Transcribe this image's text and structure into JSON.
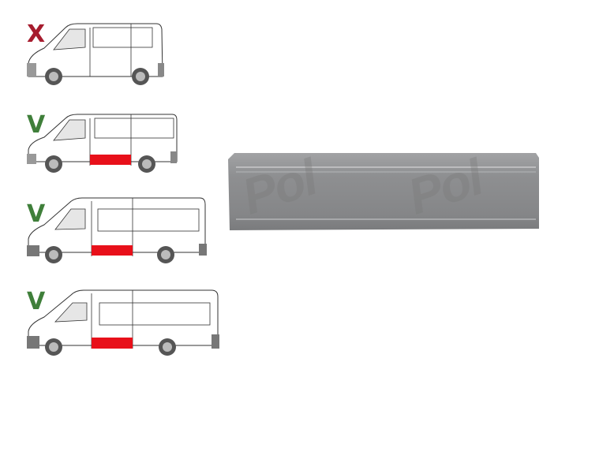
{
  "compatibility": [
    {
      "variant": "short-wheelbase-low-roof",
      "mark": "X",
      "compatible": false,
      "mark_color": "#a61c2e",
      "highlighted_part": false
    },
    {
      "variant": "medium-wheelbase-low-roof",
      "mark": "V",
      "compatible": true,
      "mark_color": "#3f7f3a",
      "highlighted_part": true
    },
    {
      "variant": "long-wheelbase-high-roof",
      "mark": "V",
      "compatible": true,
      "mark_color": "#3f7f3a",
      "highlighted_part": true
    },
    {
      "variant": "extra-long-wheelbase-high-roof",
      "mark": "V",
      "compatible": true,
      "mark_color": "#3f7f3a",
      "highlighted_part": true
    }
  ],
  "highlight_color": "#e8101a",
  "product": {
    "name": "side-sill-repair-panel",
    "color": "#8a8b8d"
  },
  "watermark": {
    "text": "Pol"
  }
}
